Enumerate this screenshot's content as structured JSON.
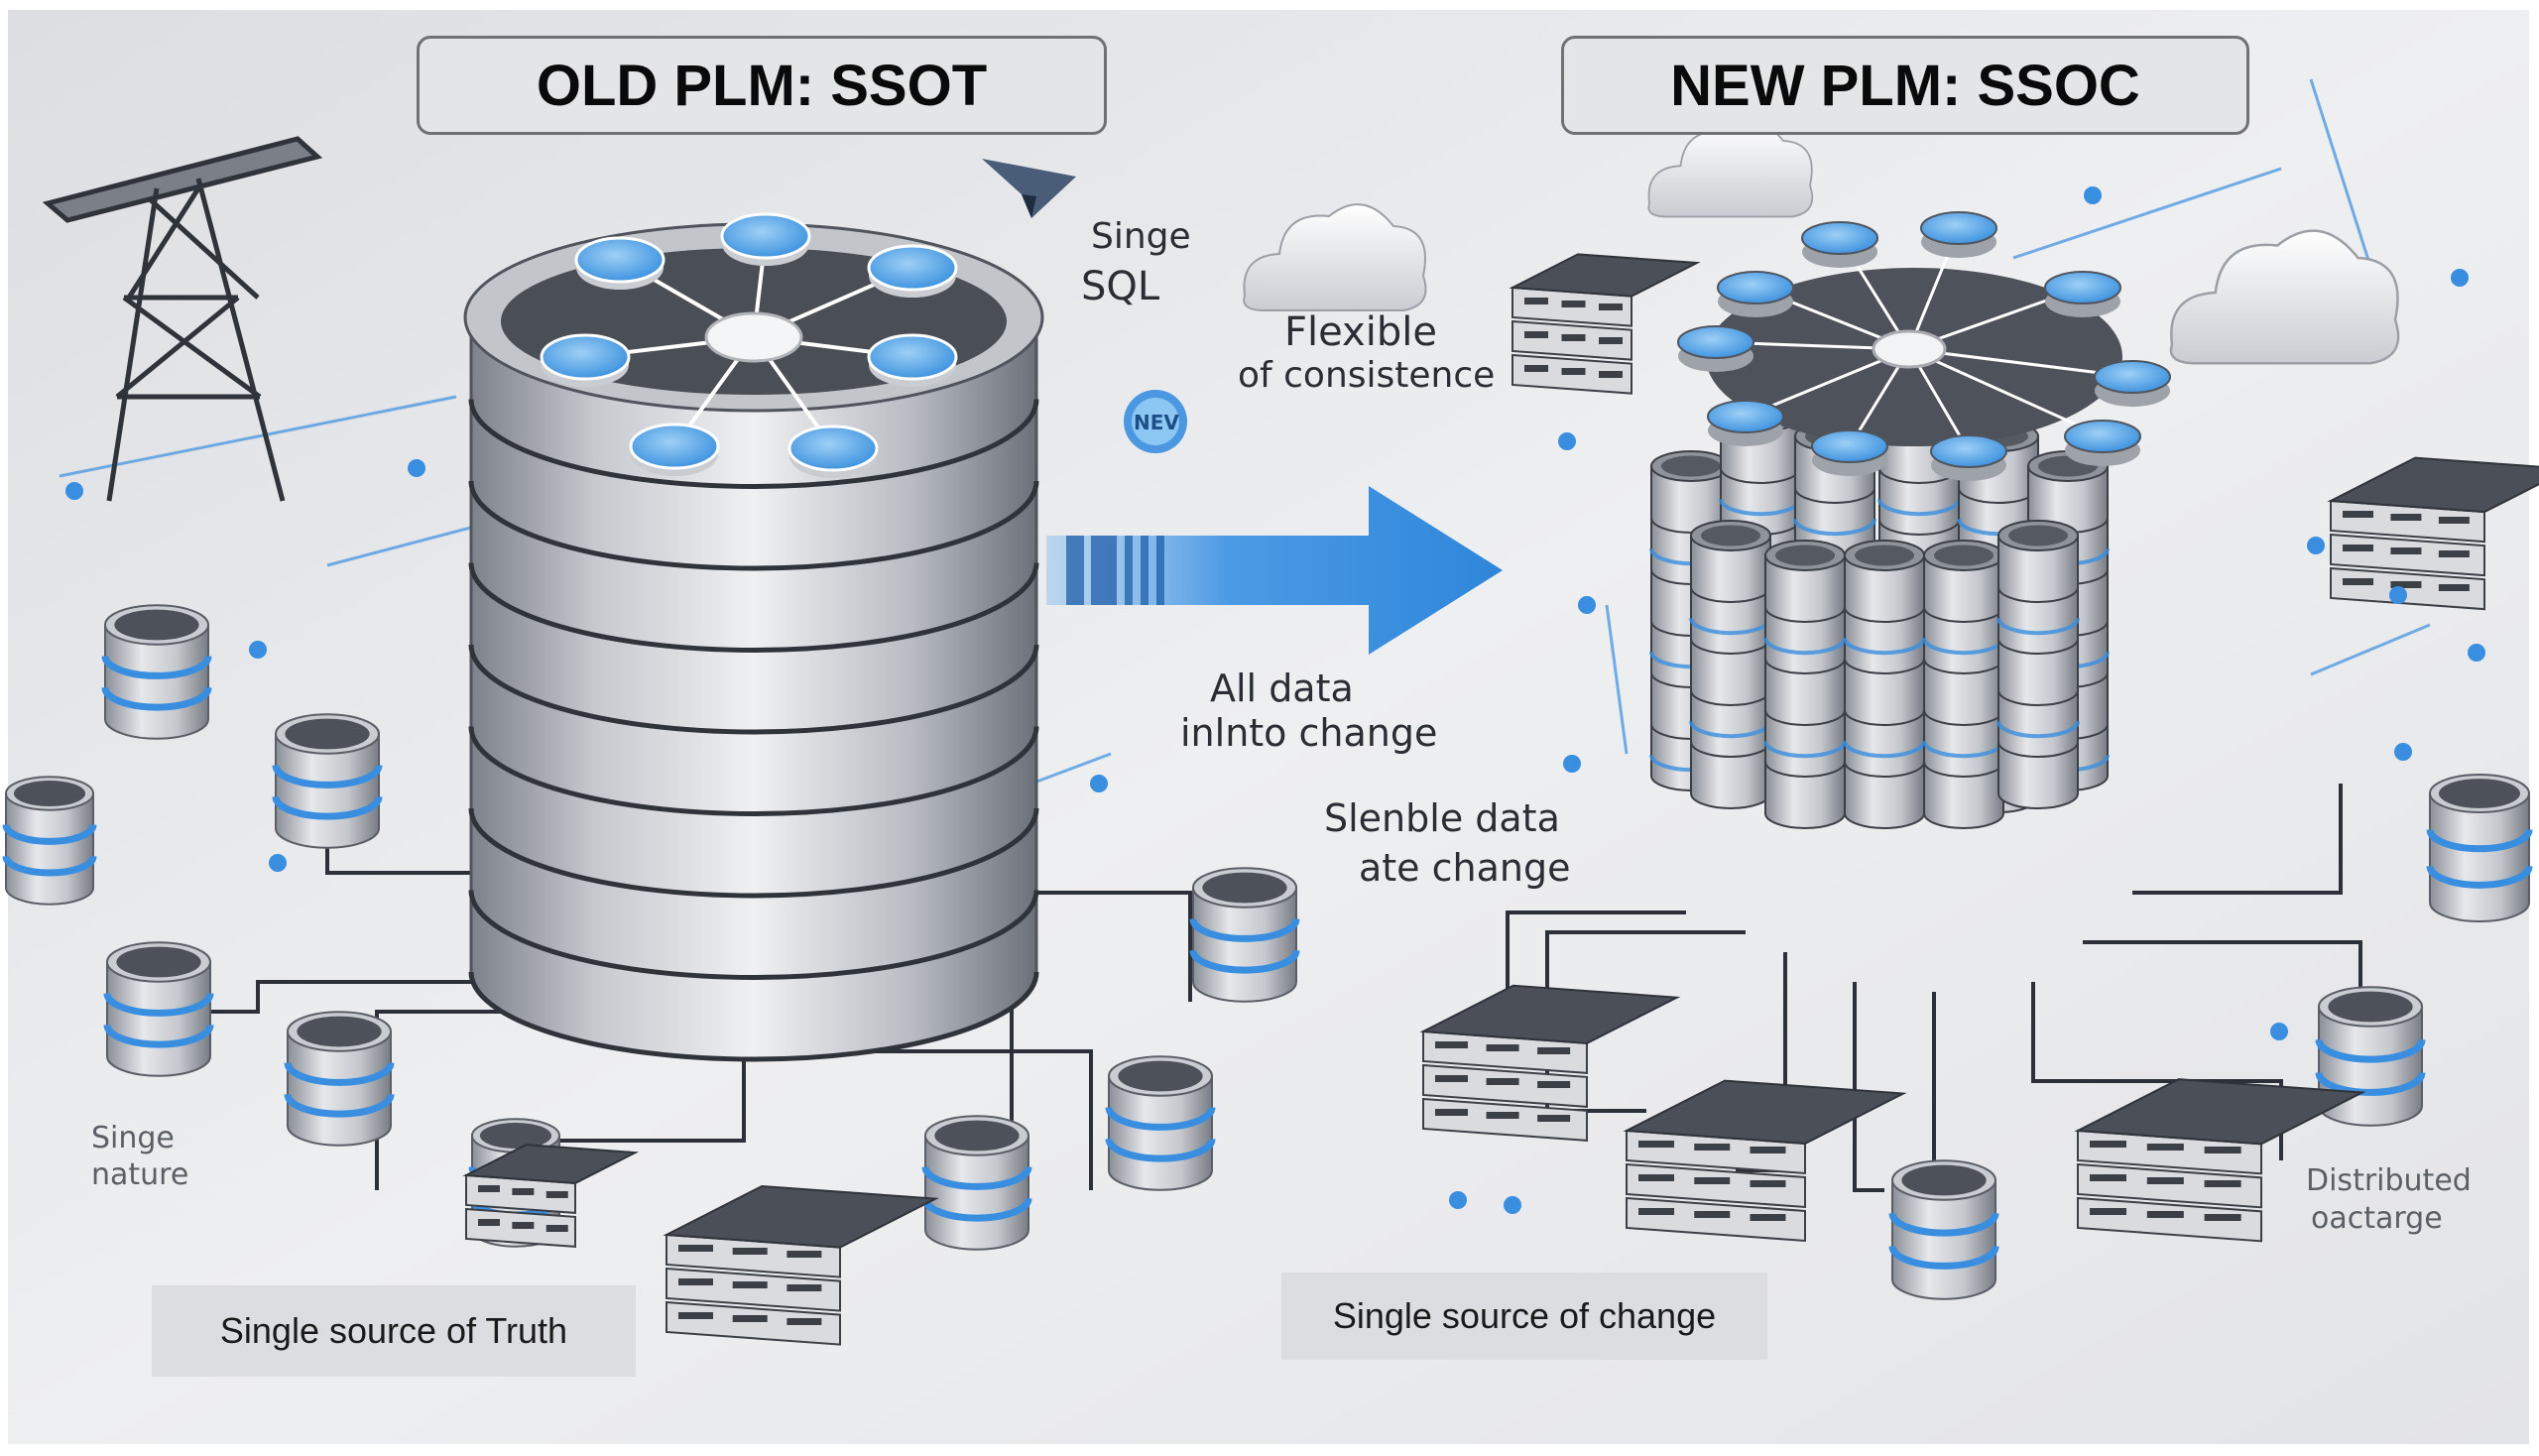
{
  "old_title": "OLD PLM: SSOT",
  "new_title": "NEW PLM: SSOC",
  "old_caption": "Single source of Truth",
  "new_caption": "Single source of change",
  "labels": {
    "singe_sql_line1": "Singe",
    "singe_sql_line2": "SQL",
    "flexible_line1": "Flexible",
    "flexible_line2": "of consistence",
    "nev_badge": "NEV",
    "all_data_line1": "All data",
    "all_data_line2": "inlnto change",
    "slenble_line1": "Slenble data",
    "slenble_line2": "ate change",
    "singe_nature_line1": "Singe",
    "singe_nature_line2": "nature",
    "distributed_line1": "Distributed",
    "distributed_line2": "oactarge"
  },
  "colors": {
    "accent_blue": "#3a8ee0",
    "light_blue": "#6fb6ee",
    "dark_gray": "#4b4f57",
    "silver": "#c9ccd1",
    "background": "#e9eaec"
  },
  "icons": [
    "transmission-tower-icon",
    "paper-plane-icon",
    "cloud-icon",
    "server-rack-icon",
    "database-cylinder-icon",
    "arrow-right-icon"
  ]
}
